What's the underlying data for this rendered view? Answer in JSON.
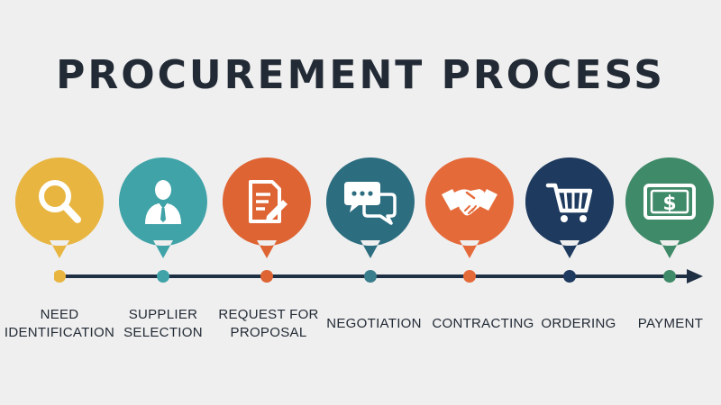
{
  "title": "PROCUREMENT PROCESS",
  "steps": [
    {
      "label": "NEED\nIDENTIFICATION",
      "icon": "magnifier-icon",
      "color": "#e8b540"
    },
    {
      "label": "SUPPLIER\nSELECTION",
      "icon": "businessman-icon",
      "color": "#3fa3a8"
    },
    {
      "label": "REQUEST FOR\nPROPOSAL",
      "icon": "document-pen-icon",
      "color": "#de6433"
    },
    {
      "label": "NEGOTIATION",
      "icon": "chat-bubbles-icon",
      "color": "#2c6d80"
    },
    {
      "label": "CONTRACTING",
      "icon": "handshake-icon",
      "color": "#e56a3a"
    },
    {
      "label": "ORDERING",
      "icon": "shopping-cart-icon",
      "color": "#1e3a5f"
    },
    {
      "label": "PAYMENT",
      "icon": "dollar-bill-icon",
      "color": "#3f8a68"
    }
  ],
  "colors": {
    "line": "#1f2f44",
    "text": "#222a35",
    "background": "#efefef"
  }
}
